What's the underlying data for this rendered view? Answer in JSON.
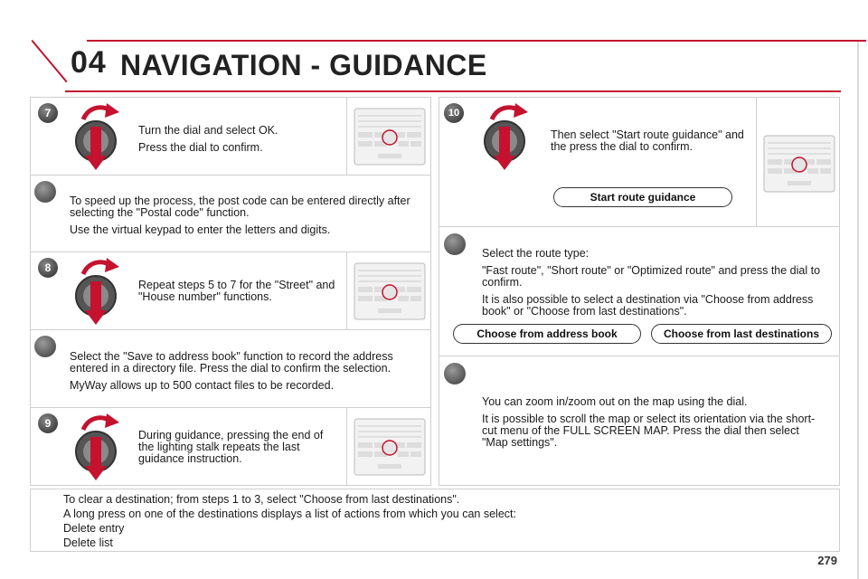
{
  "header": {
    "chapter": "04",
    "title": "NAVIGATION - GUIDANCE"
  },
  "left": {
    "step7": {
      "number": "7",
      "lines": [
        "Turn the dial and select OK.",
        "Press the dial to confirm."
      ]
    },
    "tip1": {
      "lines": [
        "To speed up the process, the post code can be entered directly after selecting the \"Postal code\" function.",
        "Use the virtual keypad to enter the letters and digits."
      ]
    },
    "step8": {
      "number": "8",
      "lines": [
        "Repeat steps 5 to 7 for the \"Street\" and \"House number\" functions."
      ]
    },
    "tip2": {
      "lines": [
        "Select the \"Save to address book\" function to record the address entered in a directory file. Press the dial to confirm the selection.",
        "MyWay allows up to 500 contact files to be recorded."
      ]
    },
    "step9": {
      "number": "9",
      "lines": [
        "During guidance, pressing the end of the lighting stalk repeats the last guidance instruction."
      ]
    }
  },
  "right": {
    "step10": {
      "number": "10",
      "lines": [
        "Then select \"Start route guidance\" and the press the dial to confirm."
      ],
      "button": "Start route guidance"
    },
    "tip3": {
      "lines": [
        "Select the route type:",
        "\"Fast route\", \"Short route\" or \"Optimized route\" and press the dial to confirm.",
        "It is also possible to select a destination via \"Choose from address book\" or \"Choose from last destinations\"."
      ],
      "button_left": "Choose from address book",
      "button_right": "Choose from last destinations"
    },
    "tip4": {
      "lines": [
        "You can zoom in/zoom out on the map using the dial.",
        "It is possible to scroll the map or select its orientation via the short-cut menu of the FULL SCREEN MAP. Press the dial then select \"Map settings\"."
      ]
    }
  },
  "bottom": {
    "lines": [
      "To clear a destination; from steps 1 to 3, select \"Choose from last destinations\".",
      "A long press on one of the destinations displays a list of actions from which you can select:",
      "Delete entry",
      "Delete list"
    ]
  },
  "page_number": "279",
  "colors": {
    "accent": "#c4122f"
  }
}
